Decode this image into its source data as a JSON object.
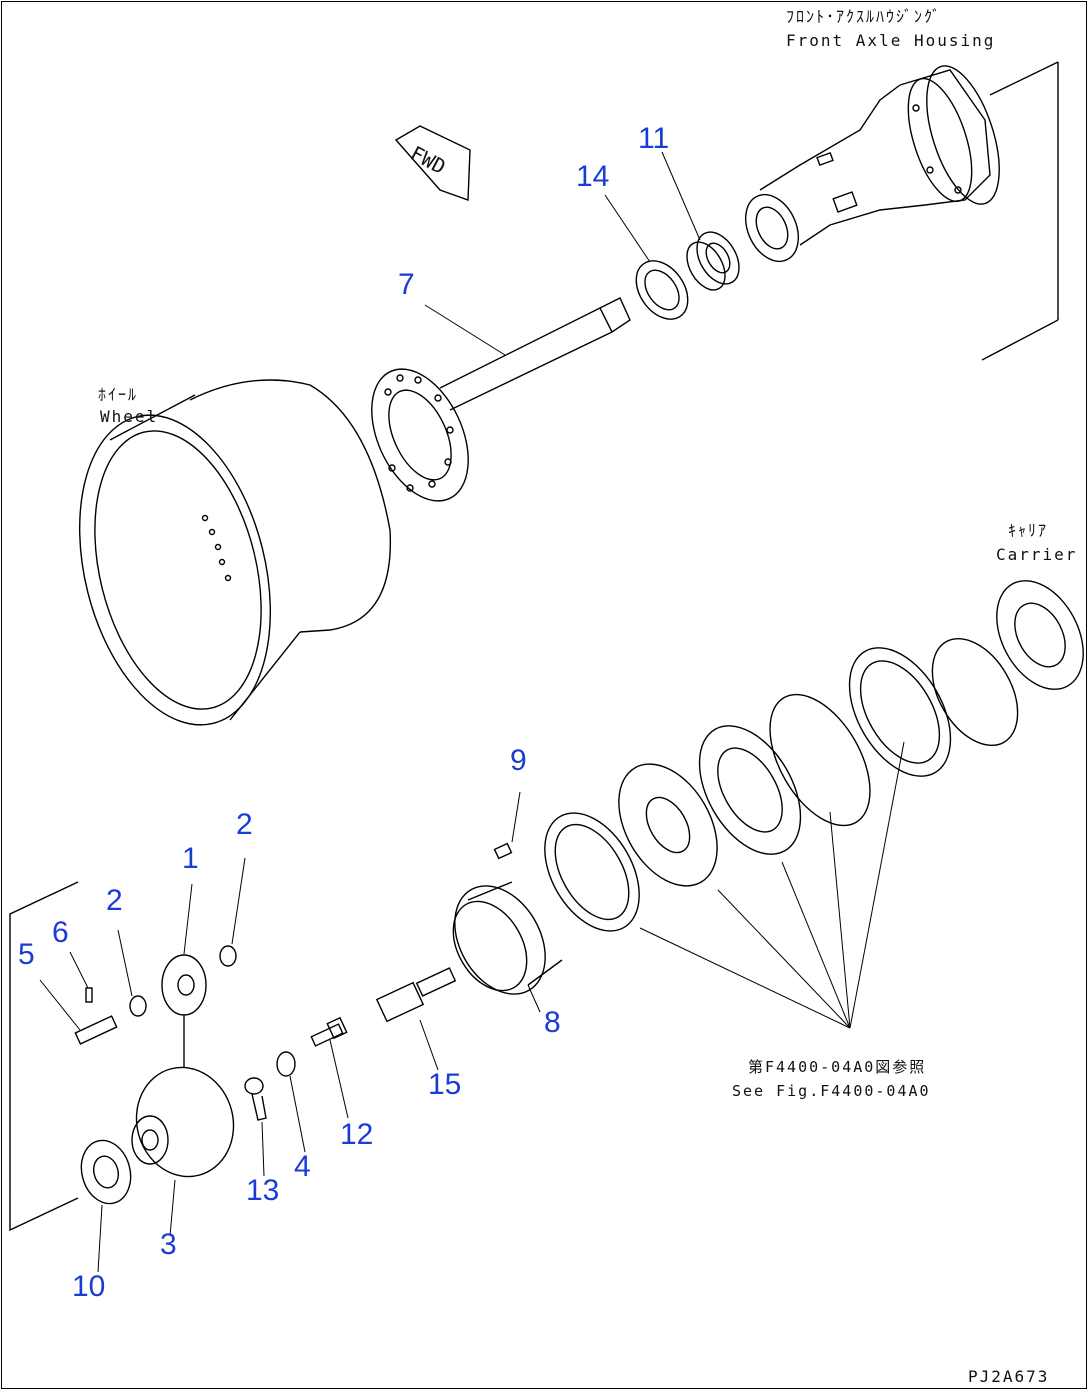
{
  "labels": {
    "housing_jp": "ﾌﾛﾝﾄ･ｱｸｽﾙﾊｳｼﾞﾝｸﾞ",
    "housing_en": "Front Axle Housing",
    "wheel_jp": "ﾎｲｰﾙ",
    "wheel_en": "Wheel",
    "carrier_jp": "ｷｬﾘｱ",
    "carrier_en": "Carrier",
    "seefig_jp": "第F4400-04A0図参照",
    "seefig_en": "See Fig.F4400-04A0",
    "fwd": "FWD",
    "code": "PJ2A673"
  },
  "part_numbers": {
    "p1": "1",
    "p2a": "2",
    "p2b": "2",
    "p3": "3",
    "p4": "4",
    "p5": "5",
    "p6": "6",
    "p7": "7",
    "p8": "8",
    "p9": "9",
    "p10": "10",
    "p11": "11",
    "p12": "12",
    "p13": "13",
    "p14": "14",
    "p15": "15"
  },
  "colors": {
    "callout": "#1a3cd6",
    "line": "#000000"
  }
}
